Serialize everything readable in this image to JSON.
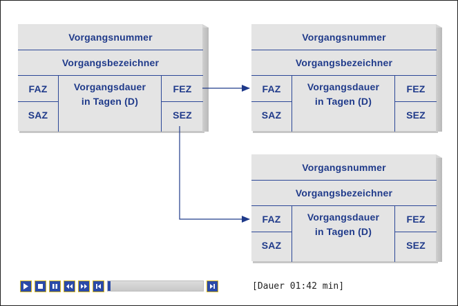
{
  "nodes": [
    {
      "number_label": "Vorgangsnummer",
      "name_label": "Vorgangsbezeichner",
      "faz": "FAZ",
      "saz": "SAZ",
      "fez": "FEZ",
      "sez": "SEZ",
      "duration_line1": "Vorgangsdauer",
      "duration_line2": "in Tagen (D)"
    },
    {
      "number_label": "Vorgangsnummer",
      "name_label": "Vorgangsbezeichner",
      "faz": "FAZ",
      "saz": "SAZ",
      "fez": "FEZ",
      "sez": "SEZ",
      "duration_line1": "Vorgangsdauer",
      "duration_line2": "in Tagen (D)"
    },
    {
      "number_label": "Vorgangsnummer",
      "name_label": "Vorgangsbezeichner",
      "faz": "FAZ",
      "saz": "SAZ",
      "fez": "FEZ",
      "sez": "SEZ",
      "duration_line1": "Vorgangsdauer",
      "duration_line2": "in Tagen (D)"
    }
  ],
  "connections": [
    {
      "from": "node-1 FEZ",
      "to": "node-2 FAZ"
    },
    {
      "from": "node-1 SEZ",
      "to": "node-3 FAZ"
    }
  ],
  "player": {
    "icons": [
      "play-icon",
      "stop-icon",
      "pause-icon",
      "rewind-icon",
      "fast-forward-icon",
      "step-back-icon",
      "step-forward-icon"
    ],
    "progress": 0.03,
    "duration_text": "[Dauer 01:42 min]"
  },
  "colors": {
    "text": "#1f3a8a",
    "node_bg": "#e4e4e4",
    "line": "#2a4696",
    "button_bg": "#2b4aa8",
    "button_border": "#d9b81f"
  }
}
